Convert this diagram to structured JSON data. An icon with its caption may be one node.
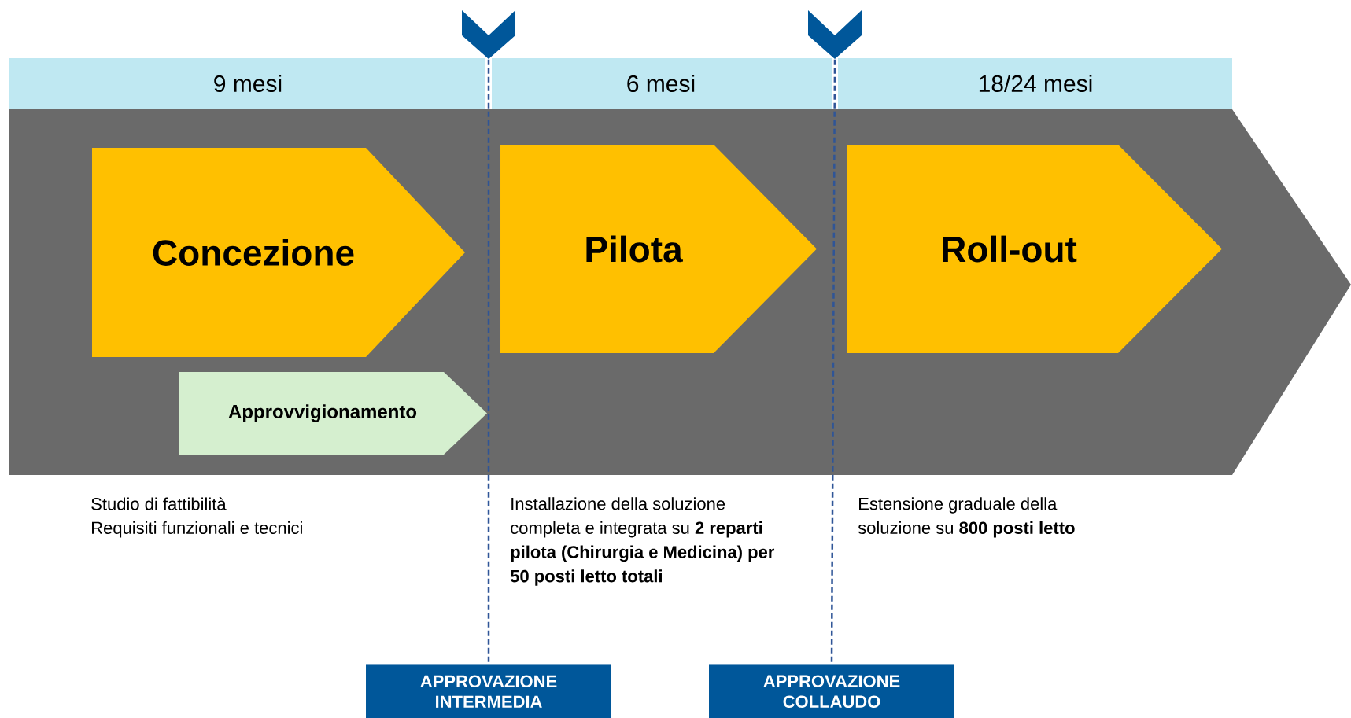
{
  "diagram": {
    "nodes": [
      {
        "text": [
          "9 mesi"
        ]
      },
      {
        "text": [
          "6 mesi"
        ]
      },
      {
        "text": [
          "18/24 mesi"
        ]
      },
      {
        "text": [
          "Concezione"
        ]
      },
      {
        "text": [
          "Approvvigionamento"
        ]
      },
      {
        "text": [
          "Pilota"
        ]
      },
      {
        "text": [
          "Roll-out"
        ]
      },
      {
        "text": [],
        "shape": "chevron"
      },
      {
        "text": [],
        "shape": "chevron"
      },
      {
        "text": [
          "APPROVAZIONE INTERMEDIA"
        ]
      },
      {
        "text": [
          "APPROVAZIONE COLLAUDO"
        ]
      }
    ],
    "edges": [
      {
        "from": 7,
        "to": 9,
        "arrow": "none",
        "style": "dashed"
      },
      {
        "from": 8,
        "to": 10,
        "arrow": "none",
        "style": "dashed"
      }
    ],
    "labels": [
      "Studio di fattibilità",
      "Requisiti funzionali e tecnici",
      "Installazione della soluzione completa e integrata su **2 reparti pilota (Chirurgia e Medicina) per 50 posti letto totali**",
      "Estensione graduale della soluzione su **800 posti letto**"
    ]
  }
}
